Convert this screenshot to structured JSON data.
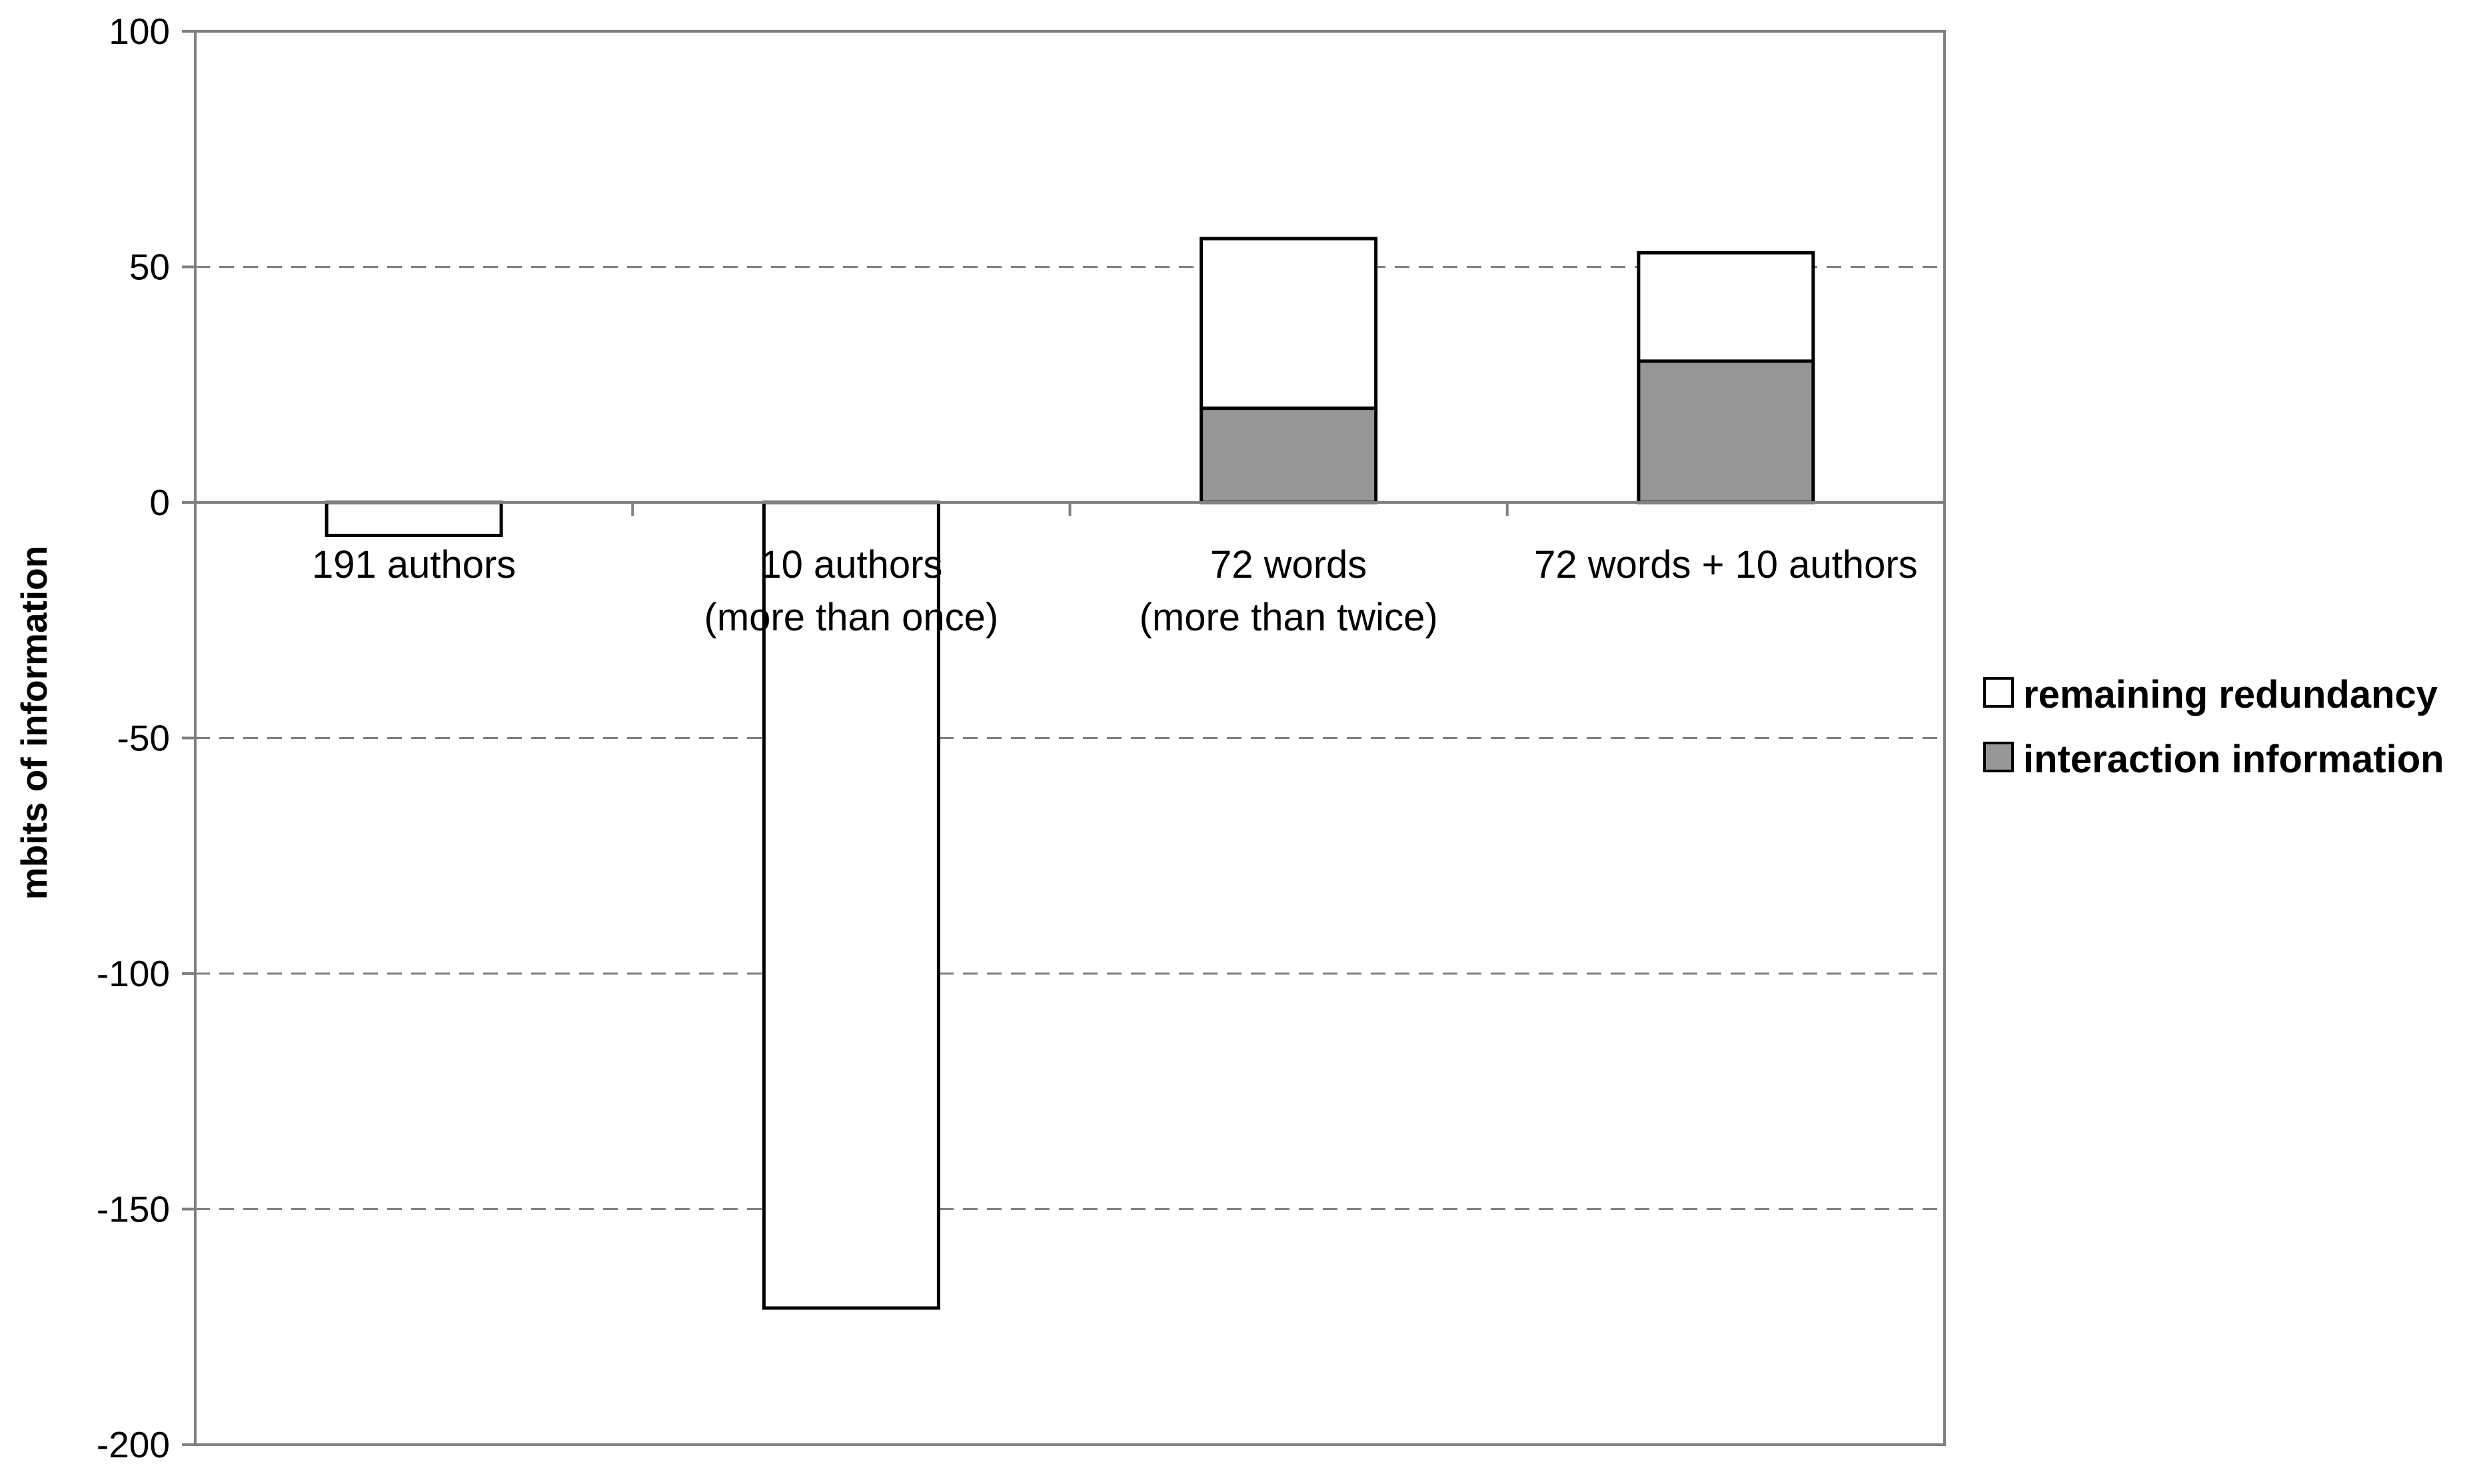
{
  "chart_data": {
    "type": "bar",
    "stacked": true,
    "title": "",
    "xlabel": "",
    "ylabel": "mbits of information",
    "ylim": [
      -200,
      100
    ],
    "yticks": [
      100,
      50,
      0,
      -50,
      -100,
      -150,
      -200
    ],
    "yticks_labels": [
      "100",
      "50",
      "0",
      "-50",
      "-100",
      "-150",
      "-200"
    ],
    "grid": "horizontal dashed",
    "legend_position": "right",
    "categories": [
      [
        "191 authors"
      ],
      [
        "10 authors",
        "(more than once)"
      ],
      [
        "72 words",
        "(more than twice)"
      ],
      [
        "72 words + 10 authors"
      ]
    ],
    "series": [
      {
        "name": "interaction information",
        "color": "#969696",
        "values": [
          0,
          0,
          20,
          30
        ]
      },
      {
        "name": "remaining redundancy",
        "color": "#ffffff",
        "values": [
          -7,
          -171,
          36,
          23
        ]
      }
    ],
    "legend": [
      {
        "label": "remaining redundancy",
        "color": "#ffffff"
      },
      {
        "label": "interaction information",
        "color": "#969696"
      }
    ]
  }
}
